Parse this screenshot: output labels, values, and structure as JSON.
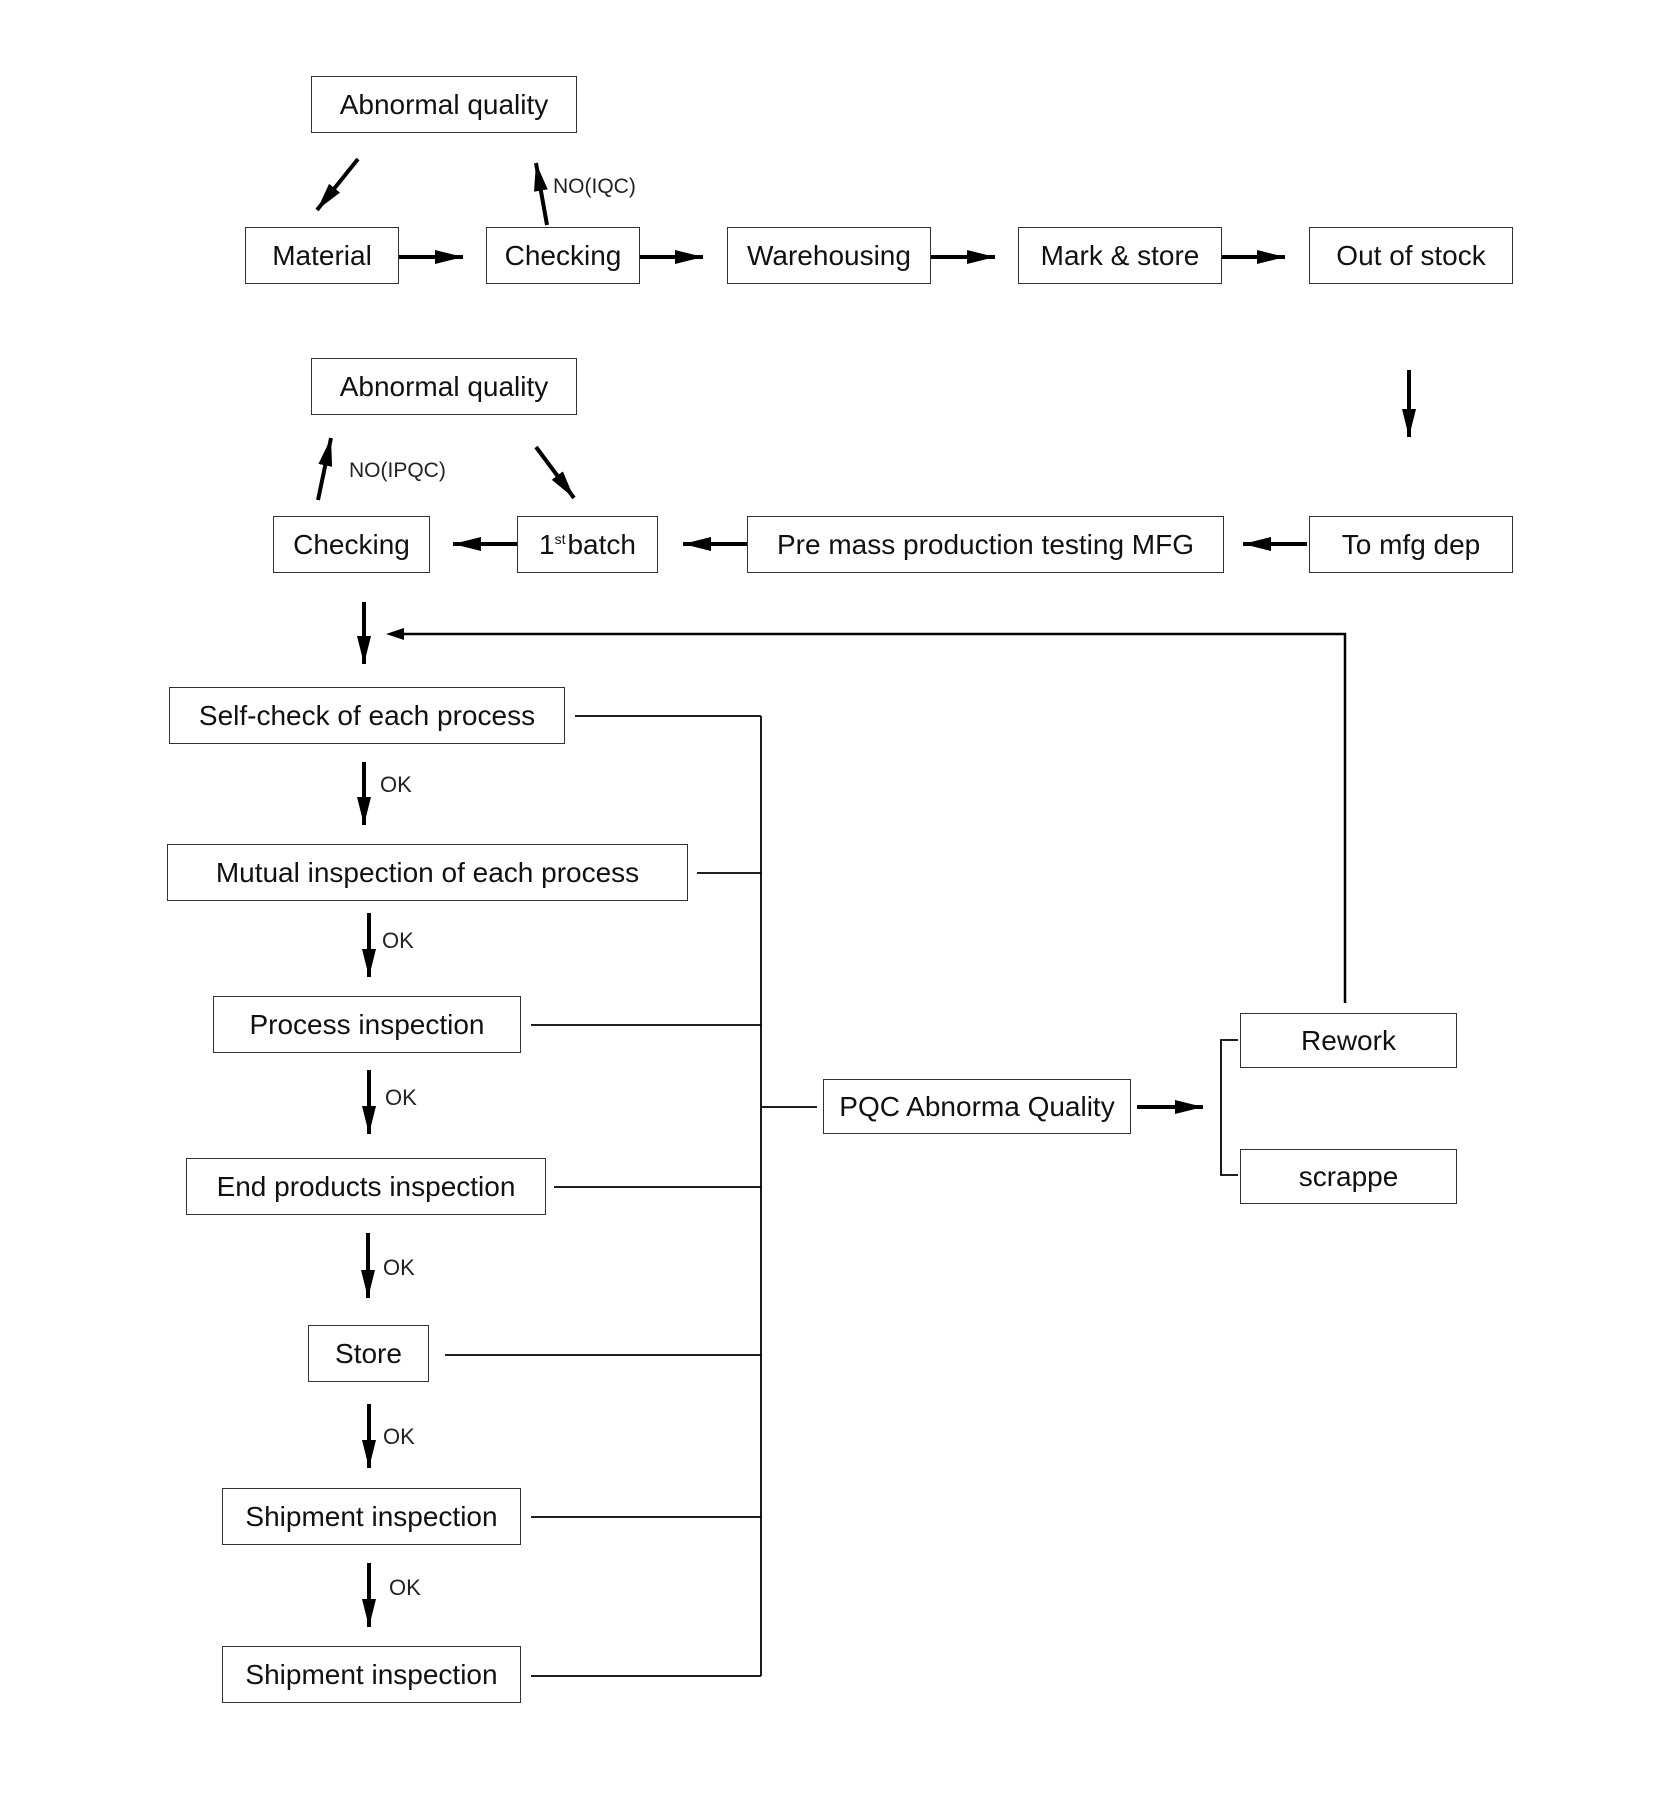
{
  "nodes": {
    "abnormal_quality_1": "Abnormal quality",
    "material": "Material",
    "checking_1": "Checking",
    "warehousing": "Warehousing",
    "mark_store": "Mark & store",
    "out_of_stock": "Out of stock",
    "abnormal_quality_2": "Abnormal quality",
    "checking_2": "Checking",
    "first_batch_num": "1",
    "first_batch_sup": "st",
    "first_batch_word": "batch",
    "pre_mass": "Pre mass production testing MFG",
    "to_mfg": "To mfg dep",
    "self_check": "Self-check of each process",
    "mutual": "Mutual inspection of each process",
    "process_insp": "Process inspection",
    "end_products": "End products inspection",
    "store": "Store",
    "shipment_1": "Shipment inspection",
    "shipment_2": "Shipment inspection",
    "pqc": "PQC Abnorma Quality",
    "rework": "Rework",
    "scrappe": "scrappe"
  },
  "edge_labels": {
    "no_iqc": "NO(IQC)",
    "no_ipqc": "NO(IPQC)",
    "ok_1": "OK",
    "ok_2": "OK",
    "ok_3": "OK",
    "ok_4": "OK",
    "ok_5": "OK",
    "ok_6": "OK"
  },
  "colors": {
    "line": "#000000",
    "border": "#333333"
  }
}
